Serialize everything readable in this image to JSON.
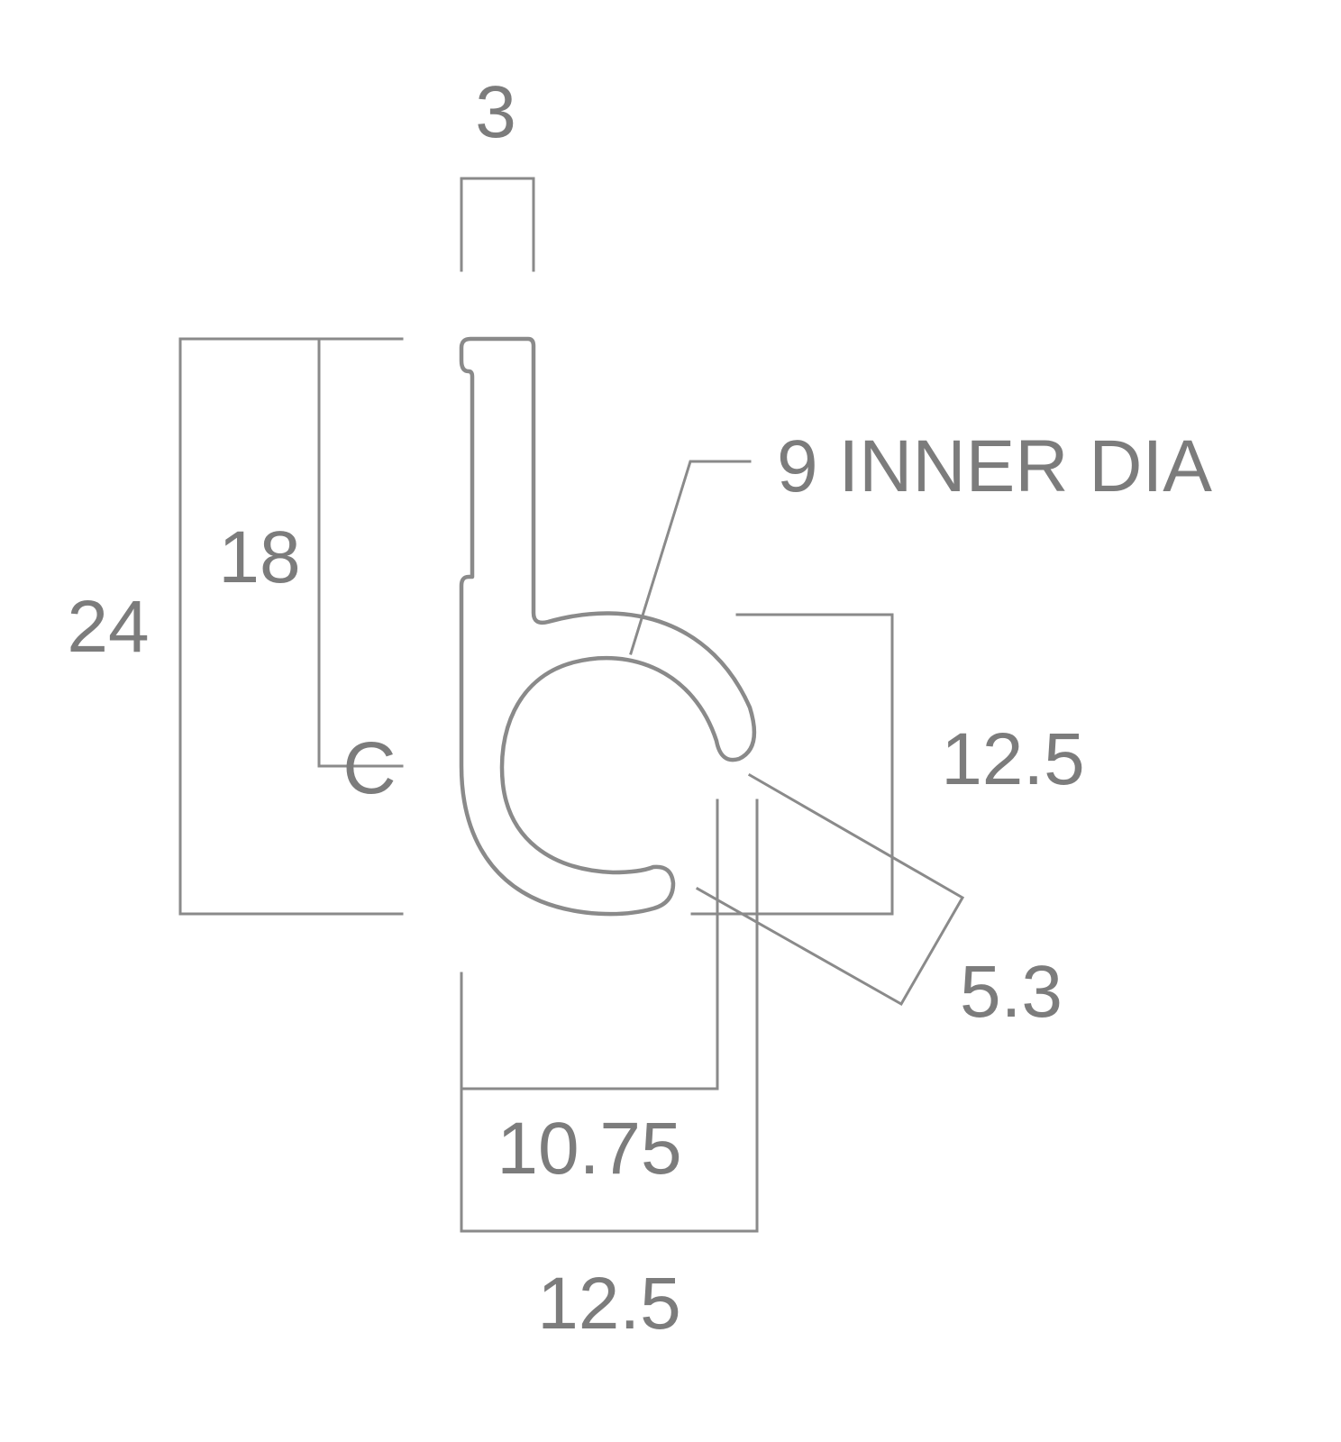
{
  "drawing": {
    "line_color": "#8a8a8a",
    "text_color": "#7c7c7c",
    "background": "#ffffff",
    "labels": {
      "top_thickness": "3",
      "overall_height": "24",
      "hook_height": "18",
      "centerline_symbol": "C",
      "inner_diameter": "9 INNER DIA",
      "loop_height": "12.5",
      "slot_opening": "5.3",
      "inner_width": "10.75",
      "overall_width": "12.5"
    }
  }
}
